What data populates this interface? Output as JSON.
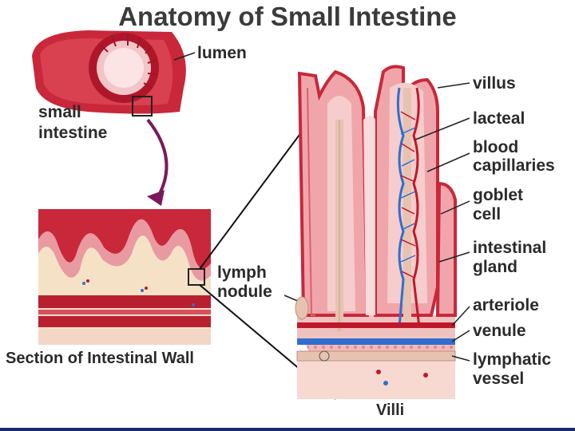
{
  "title": "Anatomy of Small Intestine",
  "labels": {
    "lumen": "lumen",
    "small_intestine_1": "small",
    "small_intestine_2": "intestine",
    "lymph_nodule_1": "lymph",
    "lymph_nodule_2": "nodule",
    "villus": "villus",
    "lacteal": "lacteal",
    "blood_capillaries_1": "blood",
    "blood_capillaries_2": "capillaries",
    "goblet_cell_1": "goblet",
    "goblet_cell_2": "cell",
    "intestinal_gland_1": "intestinal",
    "intestinal_gland_2": "gland",
    "arteriole": "arteriole",
    "venule": "venule",
    "lymphatic_vessel_1": "lymphatic",
    "lymphatic_vessel_2": "vessel"
  },
  "captions": {
    "section": "Section of Intestinal Wall",
    "villi": "Villi"
  },
  "colors": {
    "tissue_red": "#c8283a",
    "tissue_pink": "#e9a2a6",
    "tissue_light": "#f6d2cf",
    "artery_red": "#c0182a",
    "vein_blue": "#2e6fd0",
    "lymph_beige": "#e6c3b1"
  }
}
